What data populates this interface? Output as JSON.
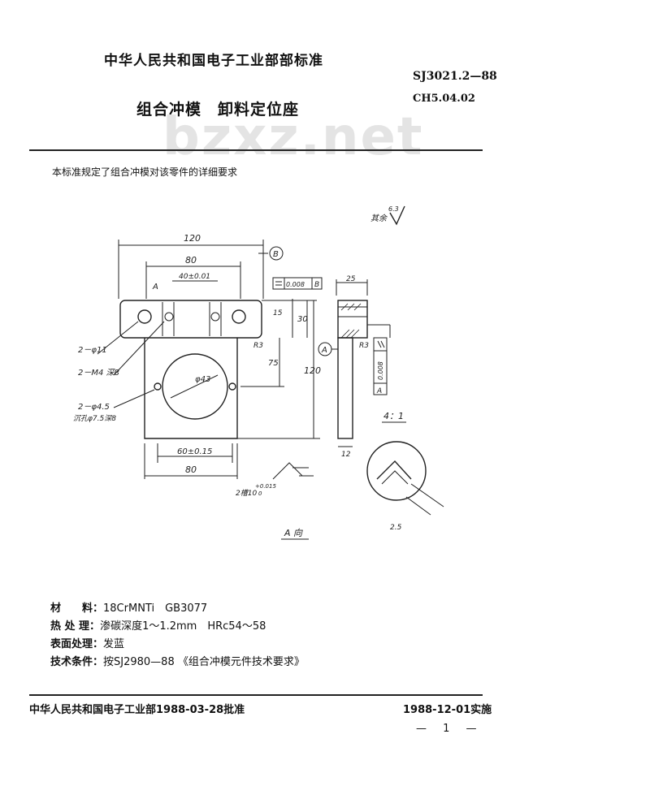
{
  "header": {
    "organization": "中华人民共和国电子工业部部标准",
    "code": "SJ3021.2—88",
    "classification": "CH5.04.02",
    "title": "组合冲模　卸料定位座"
  },
  "watermark": "bzxz.net",
  "intro": "本标准规定了组合冲模对该零件的详细要求",
  "drawing": {
    "dim_120": "120",
    "dim_80_top": "80",
    "dim_40": "40±0.01",
    "dim_80_bottom": "80",
    "dim_60": "60±0.15",
    "dim_120_v": "120",
    "dim_75": "75",
    "dim_30": "30",
    "dim_15": "15",
    "dim_phi43": "φ43",
    "dim_25": "25",
    "dim_12": "12",
    "dim_r3": "R3",
    "dim_r3_b": "R3",
    "dim_2_5": "2.5",
    "label_datum_b": "B",
    "label_datum_a": "A",
    "label_a": "A",
    "tol_flat": "0.008",
    "tol_flat_ref": "B",
    "tol_par": "0.008",
    "tol_par_ref": "A",
    "hole_phi11": "2－φ11",
    "hole_m4": "2－M4 深8",
    "hole_phi45": "2－φ4.5",
    "hole_phi45_note": "沉孔φ7.5深8",
    "groove": "2槽10",
    "groove_tol": "+0.015",
    "groove_tol0": "0",
    "scale": "4：1",
    "view_a": "A 向",
    "rough_note": "其余",
    "rough_val": "6.3"
  },
  "specs": [
    {
      "label": "材　　料：",
      "value": "18CrMNTi　GB3077"
    },
    {
      "label": "热 处 理：",
      "value": "渗碳深度1～1.2mm　HRc54～58"
    },
    {
      "label": "表面处理：",
      "value": "发蓝"
    },
    {
      "label": "技术条件：",
      "value": "按SJ2980—88 《组合冲模元件技术要求》"
    }
  ],
  "footer": {
    "issuer": "中华人民共和国电子工业部1988-03-28批准",
    "effective": "1988-12-01实施",
    "page": "— 1 —"
  }
}
